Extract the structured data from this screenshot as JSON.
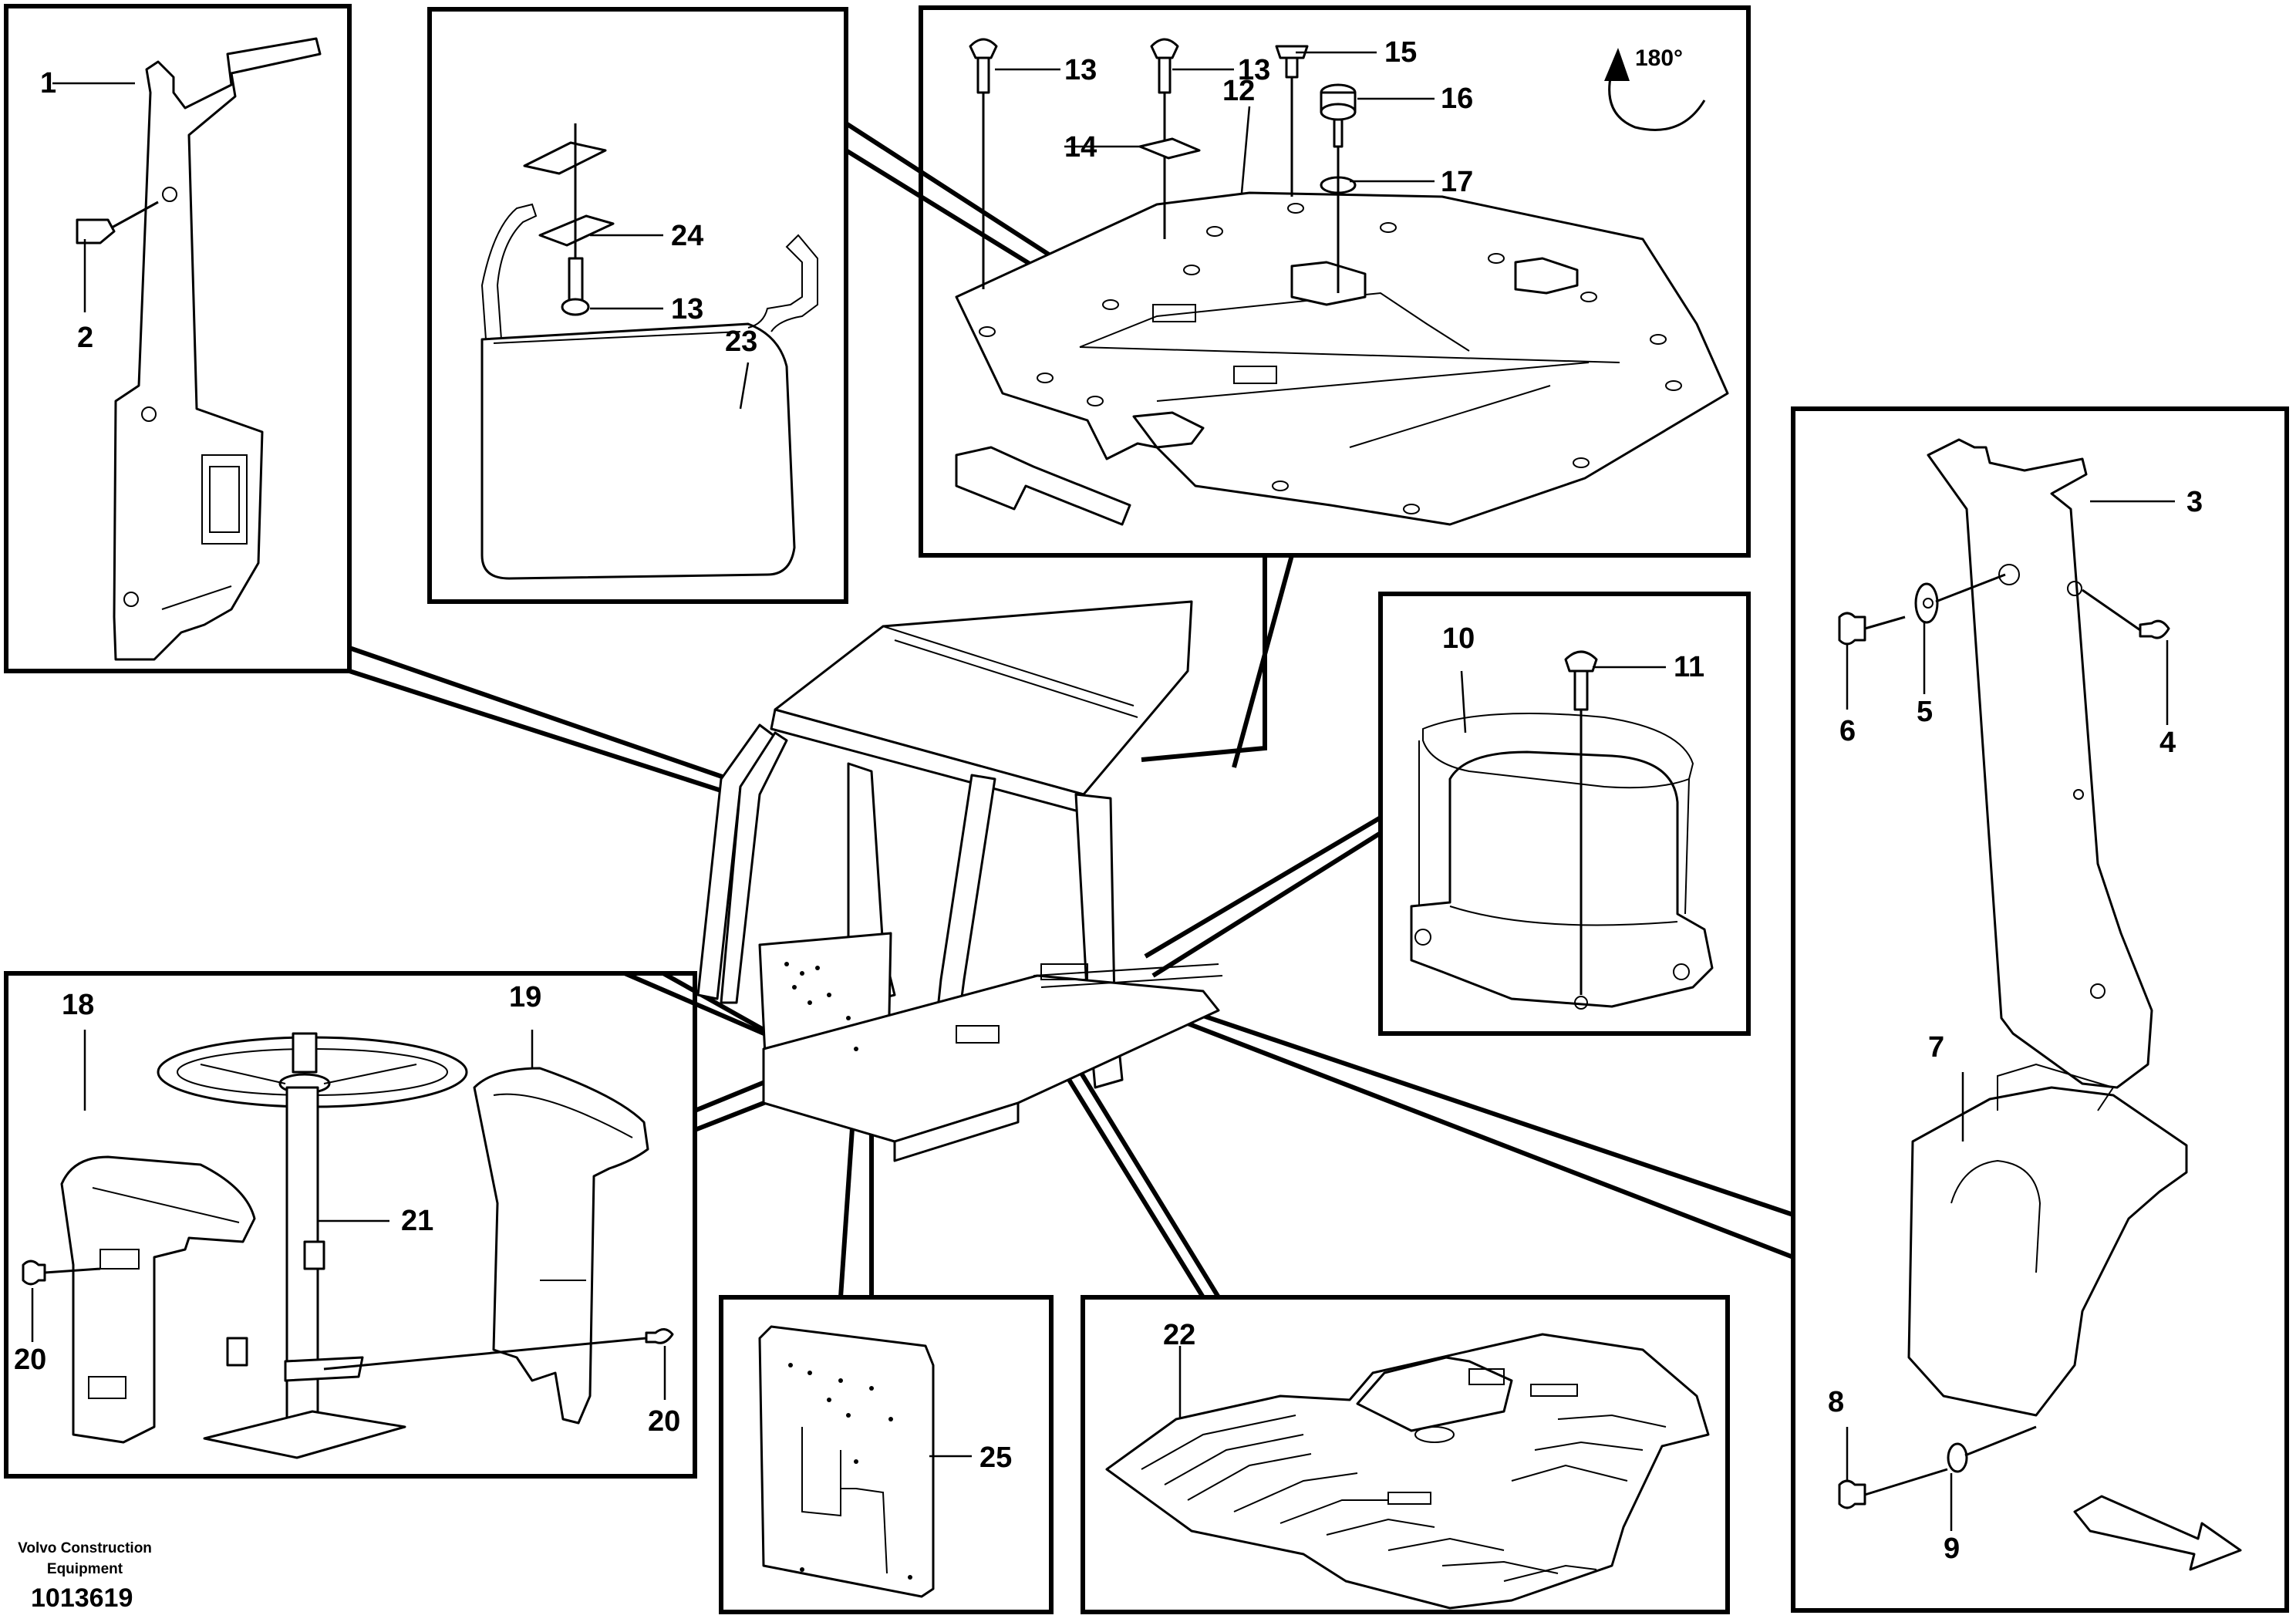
{
  "caption": {
    "line1": "Volvo Construction",
    "line2": "Equipment",
    "number": "1013619"
  },
  "rotation_note": "180°",
  "callouts": {
    "c1": "1",
    "c2": "2",
    "c3": "3",
    "c4": "4",
    "c5": "5",
    "c6": "6",
    "c7": "7",
    "c8": "8",
    "c9": "9",
    "c10": "10",
    "c11": "11",
    "c12": "12",
    "c13a": "13",
    "c13b": "13",
    "c13c": "13",
    "c14": "14",
    "c15": "15",
    "c16": "16",
    "c17": "17",
    "c18": "18",
    "c19": "19",
    "c20a": "20",
    "c20b": "20",
    "c21": "21",
    "c22": "22",
    "c23": "23",
    "c24": "24",
    "c25": "25"
  }
}
